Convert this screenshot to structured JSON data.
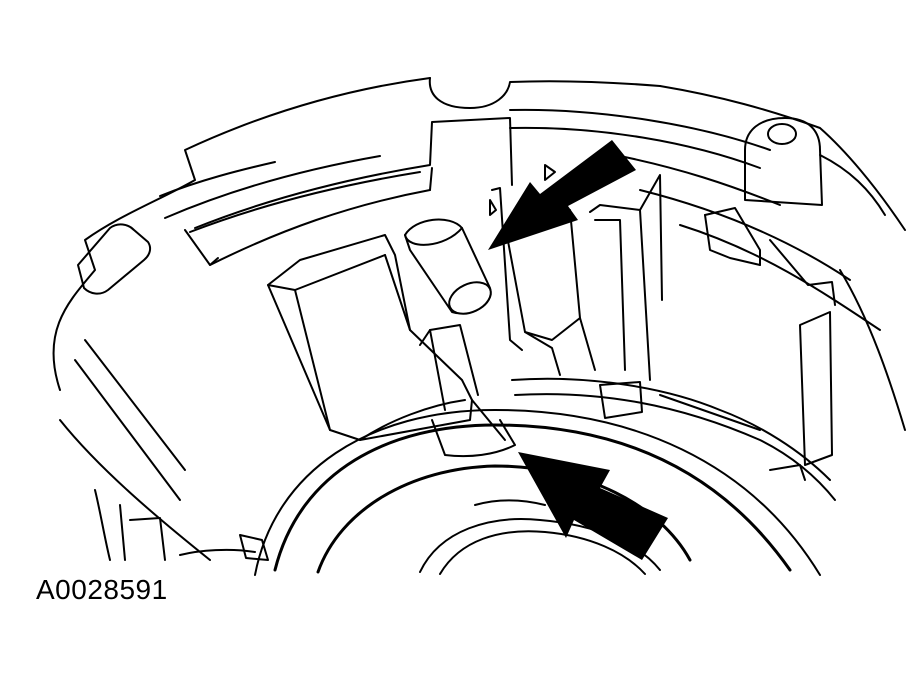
{
  "figure": {
    "id_label": "A0028591"
  },
  "colors": {
    "line": "#000000",
    "background": "#ffffff"
  },
  "arrows": [
    {
      "name": "upper-arrow",
      "points_to": "cylindrical-pin"
    },
    {
      "name": "lower-arrow",
      "points_to": "notch"
    }
  ]
}
